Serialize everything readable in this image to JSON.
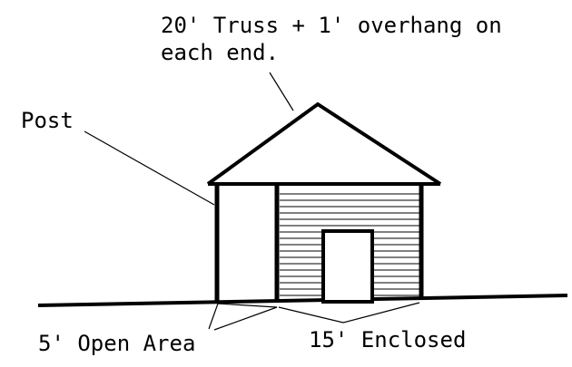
{
  "labels": {
    "truss_line1": "20' Truss + 1' overhang on",
    "truss_line2": "each end.",
    "post": "Post",
    "open_area": "5' Open Area",
    "enclosed": "15' Enclosed"
  },
  "colors": {
    "ink": "#000000",
    "background": "#ffffff"
  }
}
